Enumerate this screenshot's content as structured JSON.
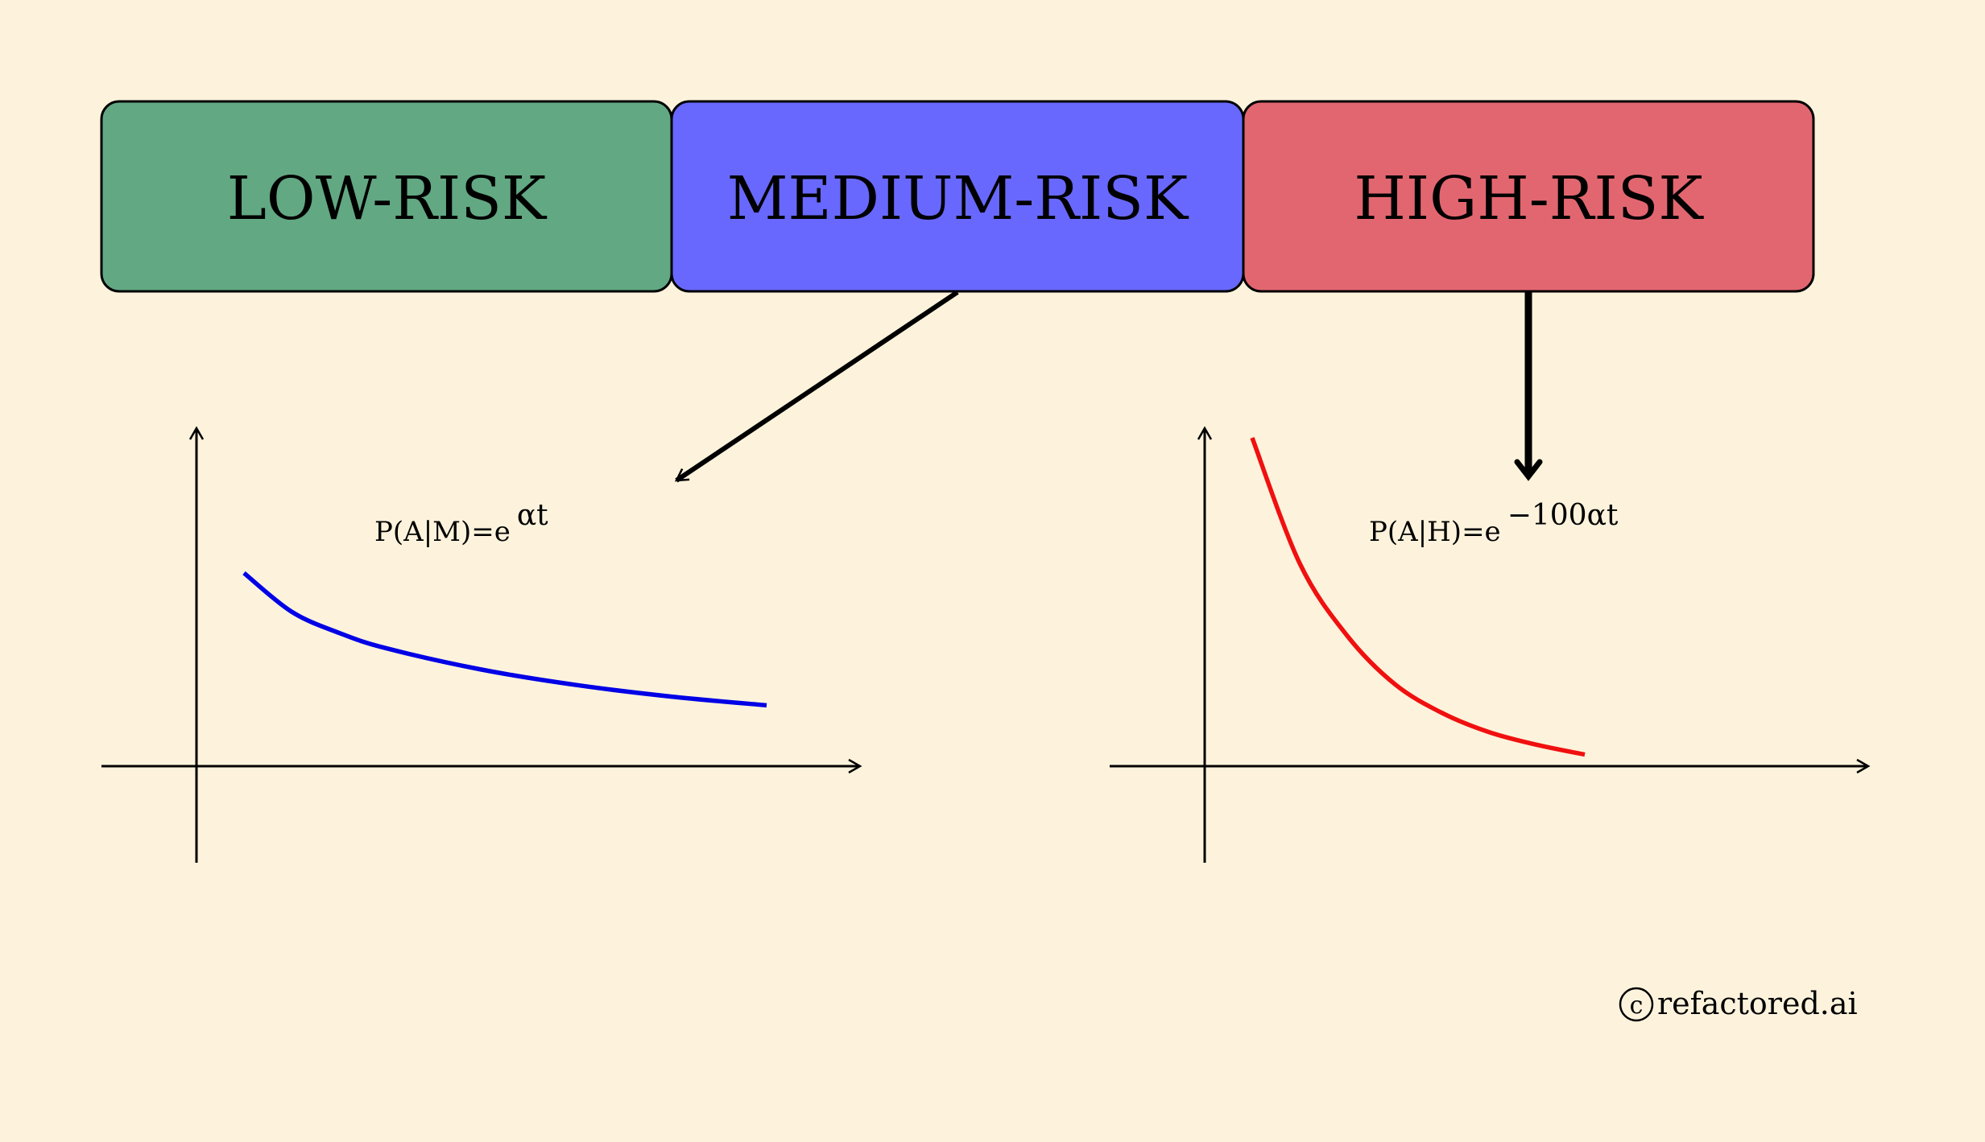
{
  "colors": {
    "background": "#fdf3dc",
    "low_box": "#62a883",
    "medium_box": "#6868fe",
    "high_box": "#e26670",
    "medium_curve": "#0000e6",
    "high_curve": "#f01010",
    "ink": "#000000"
  },
  "risk_boxes": [
    {
      "label": "LOW-RISK"
    },
    {
      "label": "MEDIUM-RISK"
    },
    {
      "label": "HIGH-RISK"
    }
  ],
  "formulas": {
    "medium": {
      "base": "P(A|M)=e",
      "exponent": "αt"
    },
    "high": {
      "base": "P(A|H)=e",
      "exponent": "−100αt"
    }
  },
  "chart_data": [
    {
      "type": "line",
      "name": "medium",
      "x": [
        0.5,
        1,
        1.5,
        2,
        3,
        4,
        5,
        6
      ],
      "y": [
        2.0,
        1.6,
        1.38,
        1.22,
        1.0,
        0.84,
        0.72,
        0.63
      ],
      "xlim": [
        -1,
        7
      ],
      "ylim": [
        -1,
        3.5
      ]
    },
    {
      "type": "line",
      "name": "high",
      "x": [
        0.5,
        1,
        1.5,
        2,
        2.5,
        3,
        3.5,
        4
      ],
      "y": [
        3.4,
        2.1,
        1.35,
        0.85,
        0.55,
        0.35,
        0.22,
        0.12
      ],
      "xlim": [
        -1,
        7
      ],
      "ylim": [
        -1,
        3.5
      ]
    }
  ],
  "credit": {
    "symbol": "c",
    "text": "refactored.ai"
  }
}
